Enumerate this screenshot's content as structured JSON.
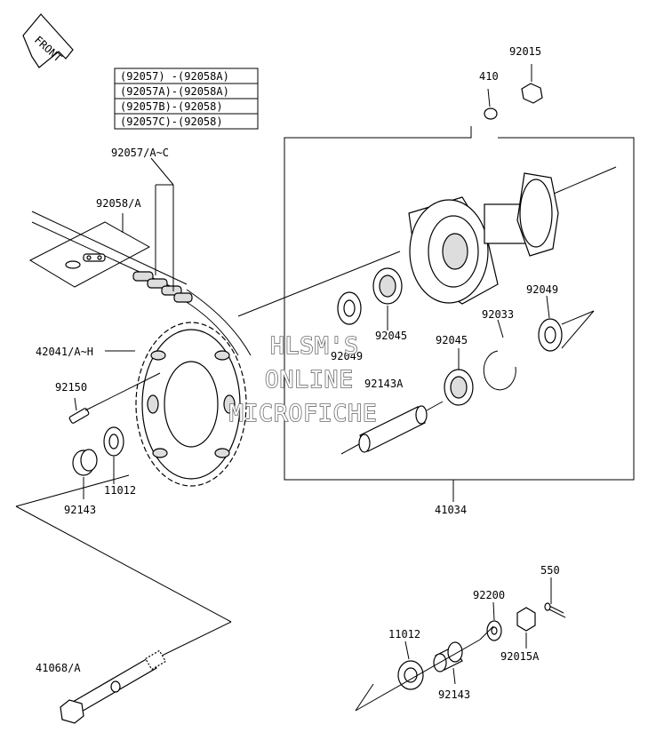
{
  "front_arrow": {
    "text": "FRONT"
  },
  "link_table": [
    "(92057)  -(92058A)",
    "(92057A)-(92058A)",
    "(92057B)-(92058)",
    "(92057C)-(92058)"
  ],
  "labels": {
    "p92015_top": "92015",
    "p410": "410",
    "p92057": "92057/A~C",
    "p92058": "92058/A",
    "p92049_right": "92049",
    "p92033": "92033",
    "p92045_upper": "92045",
    "p92045_lower": "92045",
    "p92049_left": "92049",
    "p92143A": "92143A",
    "p42041": "42041/A~H",
    "p92150": "92150",
    "p11012_left": "11012",
    "p92143_left": "92143",
    "p41034": "41034",
    "p550": "550",
    "p92200": "92200",
    "p11012_right": "11012",
    "p92015A": "92015A",
    "p92143_right": "92143",
    "p41068": "41068/A"
  },
  "watermark": {
    "line1": "HLSM'S",
    "line2": "ONLINE",
    "line3": "MICROFICHE"
  }
}
